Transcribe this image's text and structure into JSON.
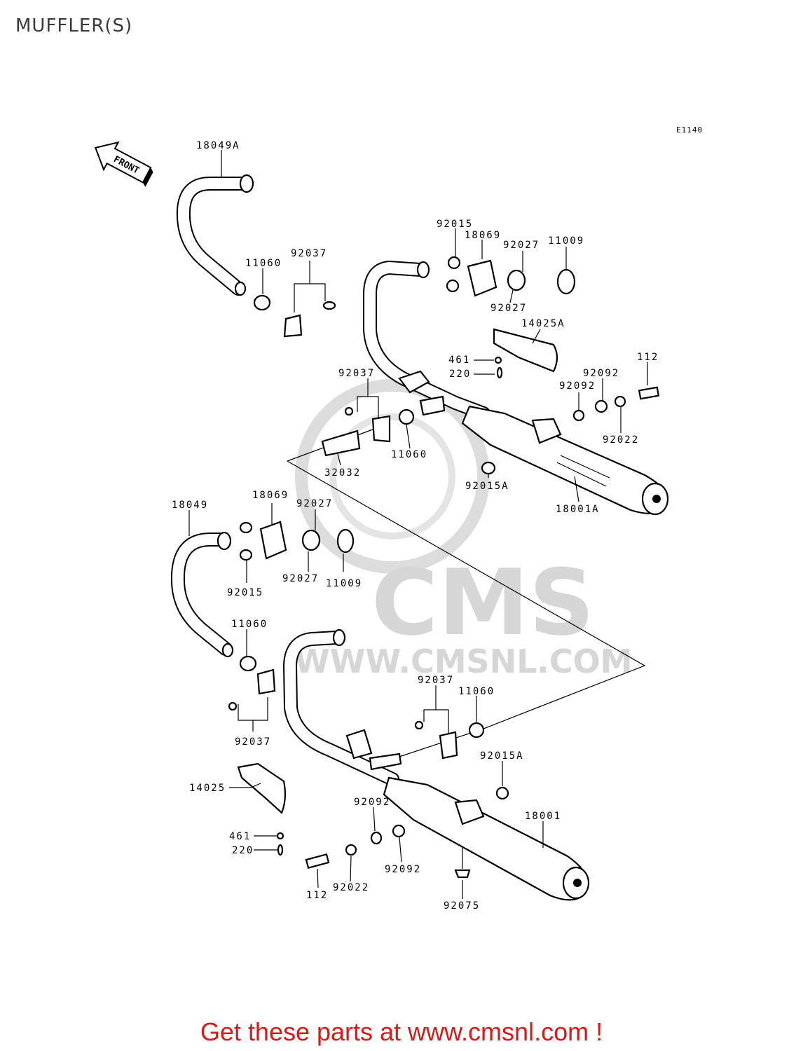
{
  "page": {
    "title": "MUFFLER(S)"
  },
  "diagram": {
    "code": "E1140",
    "front_label": "FRONT",
    "watermark": {
      "text": "CMS",
      "url": "WWW.CMSNL.COM"
    },
    "labels": {
      "p18049A": "18049A",
      "p11060_a": "11060",
      "p92037_a": "92037",
      "p92015_a": "92015",
      "p18069_a": "18069",
      "p92027_a": "92027",
      "p11009_a": "11009",
      "p92027_b": "92027",
      "p14025A": "14025A",
      "p461_a": "461",
      "p220_a": "220",
      "p112_a": "112",
      "p92092_a": "92092",
      "p92092_b": "92092",
      "p92022_a": "92022",
      "p92037_b": "92037",
      "p11060_b": "11060",
      "p32032": "32032",
      "p92015A_a": "92015A",
      "p18001A": "18001A",
      "p18049": "18049",
      "p18069_b": "18069",
      "p92027_c": "92027",
      "p92027_d": "92027",
      "p11009_b": "11009",
      "p92015_b": "92015",
      "p11060_c": "11060",
      "p92037_c": "92037",
      "p92037_d": "92037",
      "p11060_d": "11060",
      "p92015A_b": "92015A",
      "p14025": "14025",
      "p461_b": "461",
      "p220_b": "220",
      "p92092_c": "92092",
      "p18001": "18001",
      "p92092_d": "92092",
      "p112_b": "112",
      "p92022_b": "92022",
      "p92075": "92075"
    }
  },
  "footer": {
    "link_text": "Get these parts at www.cmsnl.com !"
  },
  "colors": {
    "footer": "#d21b1b",
    "watermark": "#d6d6d6"
  }
}
